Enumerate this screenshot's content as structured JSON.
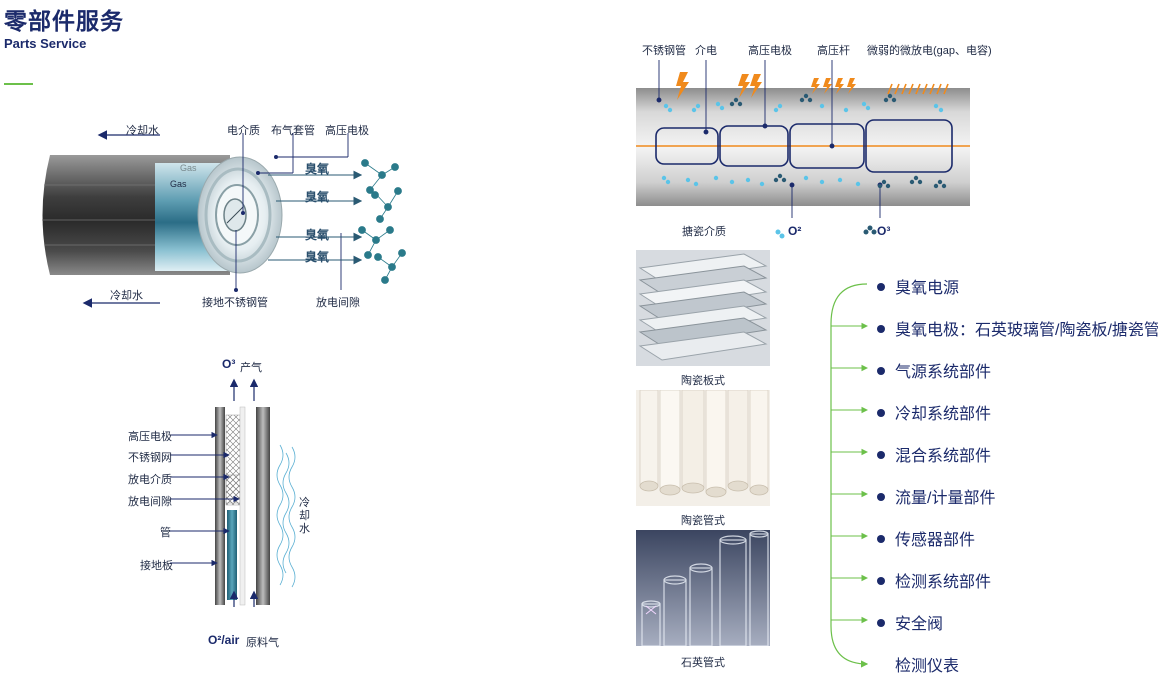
{
  "header": {
    "title_zh": "零部件服务",
    "title_en": "Parts Service"
  },
  "diagram1": {
    "labels": {
      "cooling_water_top": "冷却水",
      "cooling_water_bottom": "冷却水",
      "dielectric": "电介质",
      "gas_sleeve": "布气套管",
      "hv_electrode": "高压电极",
      "gas_outer": "Gas",
      "gas_inner": "Gas",
      "ozone_1": "臭氧",
      "ozone_2": "臭氧",
      "ozone_3": "臭氧",
      "ozone_4": "臭氧",
      "ground_tube": "接地不锈钢管",
      "discharge_gap": "放电间隙"
    }
  },
  "diagram2": {
    "labels": {
      "o3_top": "O³",
      "product_gas": "产气",
      "hv_electrode": "高压电极",
      "steel_mesh": "不锈钢网",
      "discharge_medium": "放电介质",
      "discharge_gap": "放电间隙",
      "tube": "管",
      "ground_plate": "接地板",
      "cooling_water": "冷却水",
      "o2_air": "O²/air",
      "raw_gas": "原料气"
    }
  },
  "diagram3": {
    "labels": {
      "stainless_tube": "不锈钢管",
      "dielectric": "介电",
      "hv_electrode": "高压电极",
      "hv_rod": "高压杆",
      "micro_discharge": "微弱的微放电(gap、电容)",
      "enamel_medium": "搪瓷介质",
      "o2": "O²",
      "o3": "O³"
    }
  },
  "photos": [
    {
      "caption": "陶瓷板式"
    },
    {
      "caption": "陶瓷管式"
    },
    {
      "caption": "石英管式"
    }
  ],
  "parts_list": [
    "臭氧电源",
    "臭氧电极：石英玻璃管/陶瓷板/搪瓷管",
    "气源系统部件",
    "冷却系统部件",
    "混合系统部件",
    "流量/计量部件",
    "传感器部件",
    "检测系统部件",
    "安全阀",
    "检测仪表"
  ],
  "colors": {
    "navy": "#1b2a6b",
    "green": "#6cc04a",
    "teal": "#2a5a73",
    "orange": "#f08a1c",
    "light_blue": "#5bc4e8"
  }
}
